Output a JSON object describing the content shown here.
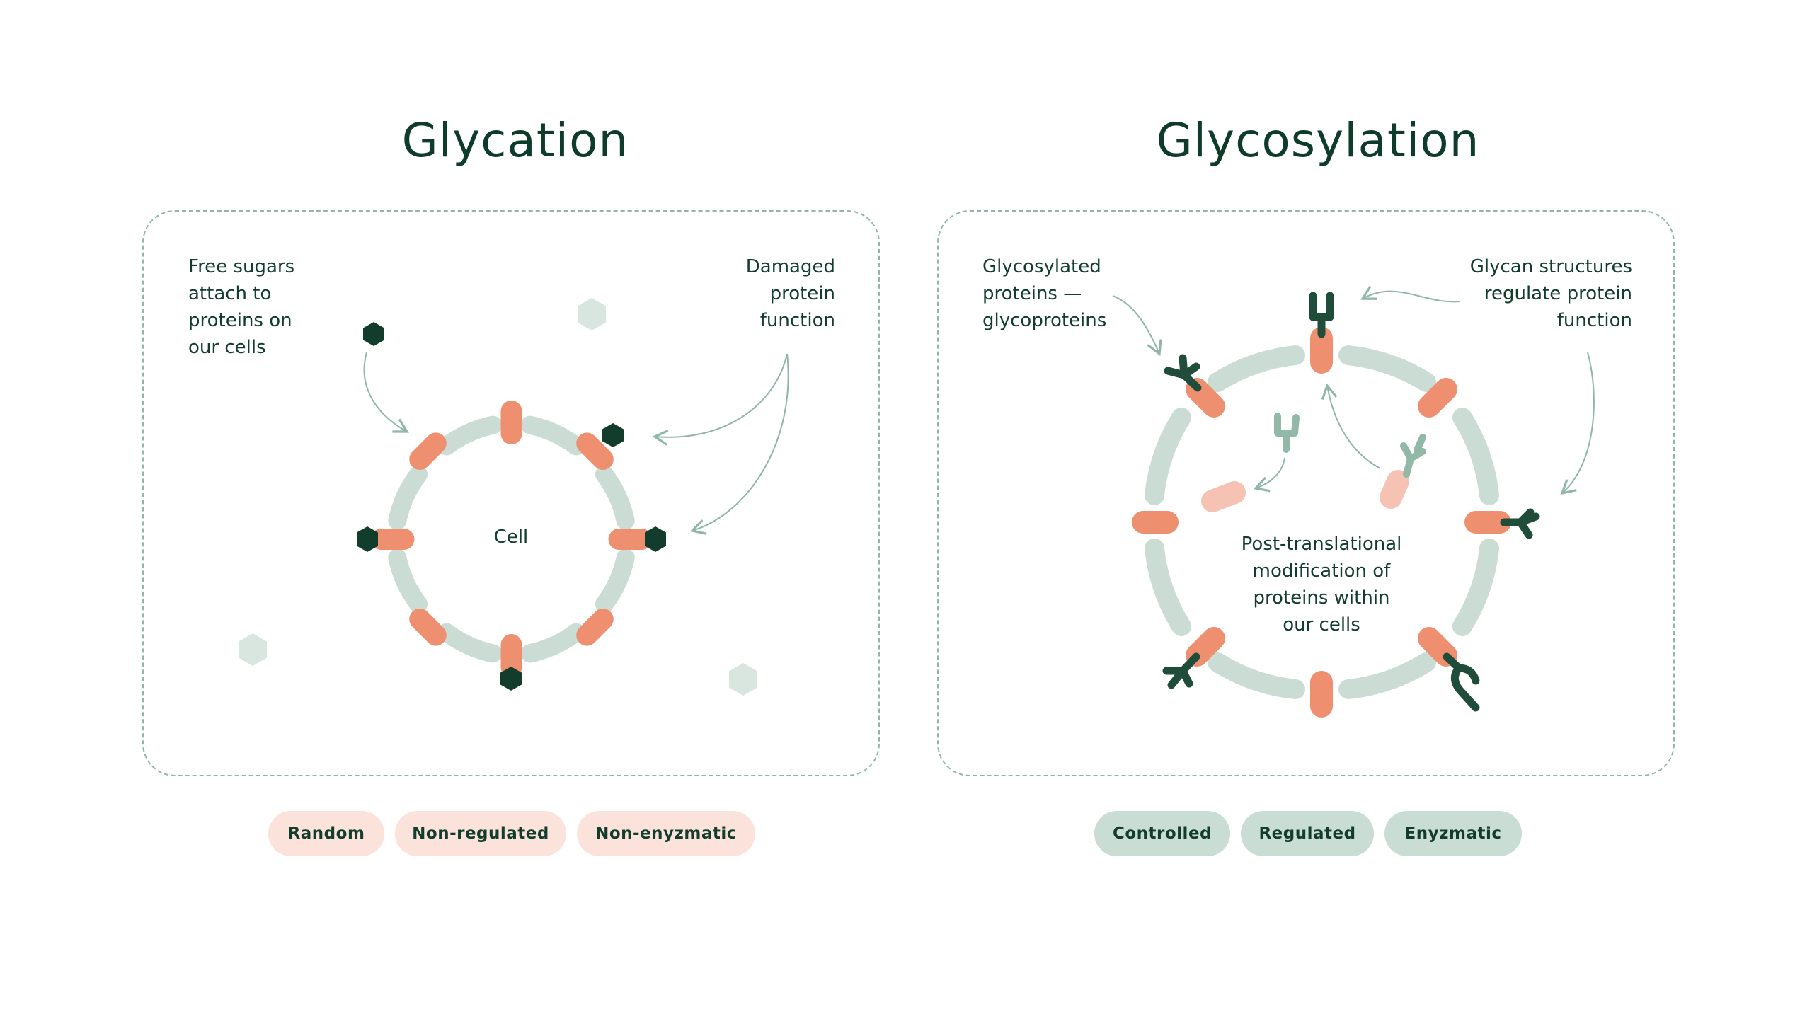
{
  "glycation": {
    "title": "Glycation",
    "note_left": "Free sugars\nattach to\nproteins on\nour cells",
    "note_right": "Damaged\nprotein\nfunction",
    "center_label": "Cell",
    "tags": [
      "Random",
      "Non-regulated",
      "Non-enyzmatic"
    ]
  },
  "glycosylation": {
    "title": "Glycosylation",
    "note_left": "Glycosylated\nproteins —\nglycoproteins",
    "note_right": "Glycan structures\nregulate protein\nfunction",
    "center_label": "Post-translational\nmodification of\nproteins within\nour cells",
    "tags": [
      "Controlled",
      "Regulated",
      "Enyzmatic"
    ]
  },
  "colors": {
    "dark_green": "#123d2c",
    "light_green": "#cadcd4",
    "salmon": "#ee9070",
    "light_salmon": "#f6c2b3",
    "pale_pill": "#fbe2da",
    "dashed_border": "#8fb6a8"
  },
  "icons": [
    "hexagon-sugar-icon",
    "glycan-y-icon",
    "arrow-icon"
  ]
}
